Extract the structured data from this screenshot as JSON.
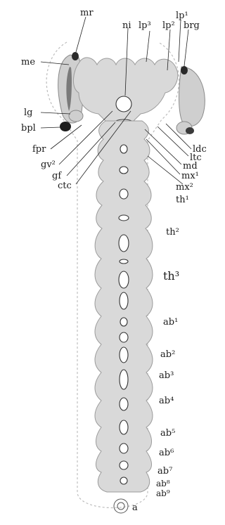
{
  "labels": {
    "mr": "mr",
    "ni": "ni",
    "lp3": "lp³",
    "lp2": "lp²",
    "lp1": "lp¹",
    "brg": "brg",
    "me": "me",
    "lg": "lg",
    "bpl": "bpl",
    "fpr": "fpr",
    "gv2": "gv²",
    "gf": "gf",
    "ctc": "ctc",
    "ldc": "ldc",
    "ltc": "ltc",
    "md": "md",
    "mx1": "mx¹",
    "mx2": "mx²",
    "th1": "th¹",
    "th2": "th²",
    "th3": "th³",
    "ab1": "ab¹",
    "ab2": "ab²",
    "ab3": "ab³",
    "ab4": "ab⁴",
    "ab5": "ab⁵",
    "ab6": "ab⁶",
    "ab7": "ab⁷",
    "ab8": "ab⁸",
    "ab9": "ab⁹",
    "a": "a"
  },
  "colors": {
    "tissue": "#d9d9d9",
    "ganglion": "#cfcfcf",
    "eye_dark": "#2a2a2a",
    "eye_grey": "#8f8f8f"
  }
}
